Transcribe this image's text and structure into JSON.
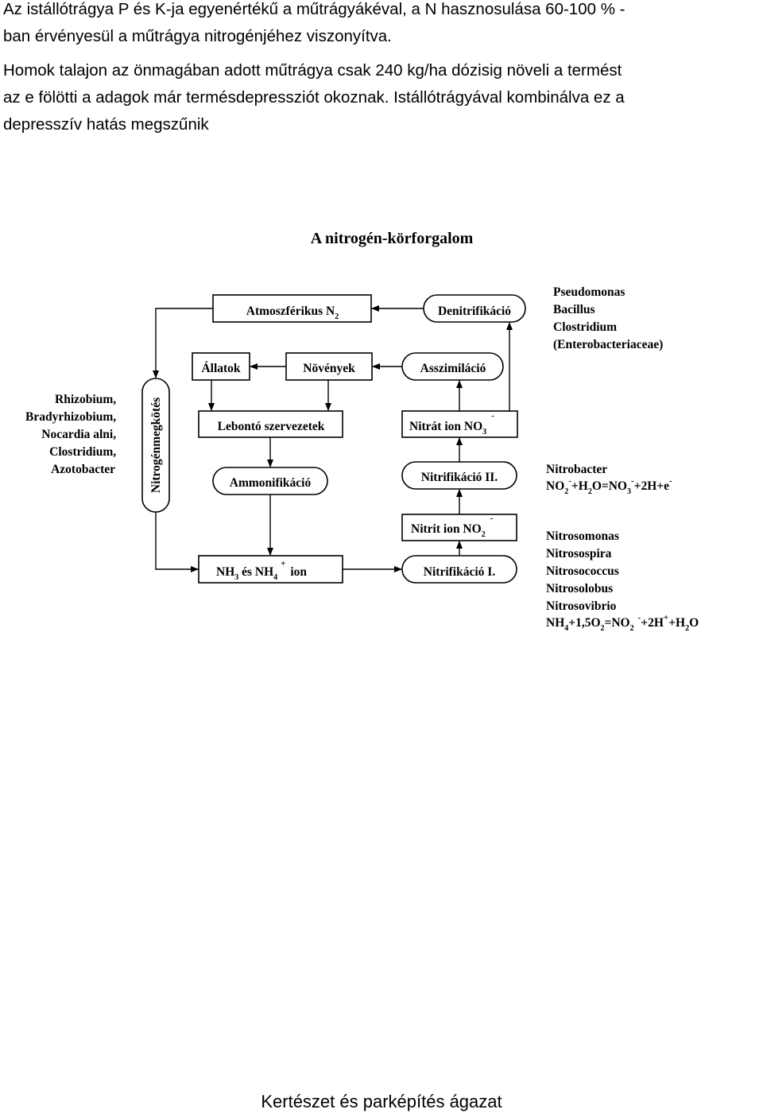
{
  "paragraphs": {
    "p1_l1": "Az istállótrágya P és K-ja egyenértékű a műtrágyákéval, a N hasznosulása 60-100 % -",
    "p1_l2": "ban érvényesül a műtrágya nitrogénjéhez viszonyítva.",
    "p2_l1": "Homok talajon az önmagában adott műtrágya csak 240 kg/ha dózisig növeli a termést",
    "p2_l2": "az e fölötti a adagok már termésdepressziót okoznak. Istállótrágyával kombinálva ez a",
    "p2_l3": "depresszív hatás megszűnik"
  },
  "diagram": {
    "title": "A nitrogén-körforgalom",
    "atmos": {
      "main": "Atmoszférikus N",
      "sub": "2"
    },
    "denitrif": "Denitrifikáció",
    "allatok": "Állatok",
    "novenyek": "Növények",
    "asszim": "Asszimiláció",
    "nitrogenkotes": "Nitrogénmegkötés",
    "lebonto": "Lebontó szervezetek",
    "nitrat": {
      "main": "Nitrát ion NO",
      "sub": "3",
      "sup": "-"
    },
    "ammonif": "Ammonifikáció",
    "nitrif2": "Nitrifikáció II.",
    "nitrit": {
      "main": "Nitrit ion NO",
      "sub": "2",
      "sup": "-"
    },
    "nh": {
      "p1": "NH",
      "s1": "3",
      "p2": " és NH",
      "s2": "4",
      "sup": "+",
      "p3": " ion"
    },
    "nitrif1": "Nitrifikáció I.",
    "denitrif_bacteria": [
      "Pseudomonas",
      "Bacillus",
      "Clostridium",
      "(Enterobacteriaceae)"
    ],
    "fixing_bacteria": [
      "Rhizobium,",
      "Bradyrhizobium,",
      "Nocardia alni,",
      "Clostridium,",
      "Azotobacter"
    ],
    "nitrobacter": {
      "name": "Nitrobacter",
      "eq": {
        "a": "NO",
        "b": "2",
        "c": "-",
        "d": "+H",
        "e": "2",
        "f": "O=NO",
        "g": "3",
        "h": "-",
        "i": "+2H+e",
        "j": "-"
      }
    },
    "nitroso_bacteria": [
      "Nitrosomonas",
      "Nitrosospira",
      "Nitrosococcus",
      "Nitrosolobus",
      "Nitrosovibrio"
    ],
    "nitroso_eq": {
      "a": "NH",
      "b": "4",
      "c": "+1,5O",
      "d": "2",
      "e": "=NO",
      "f": "2",
      "g": "-",
      "h": "+2H",
      "i": "+",
      "j": "+H",
      "k": "2",
      "l": "O"
    }
  },
  "footer": "Kertészet és parképítés ágazat"
}
